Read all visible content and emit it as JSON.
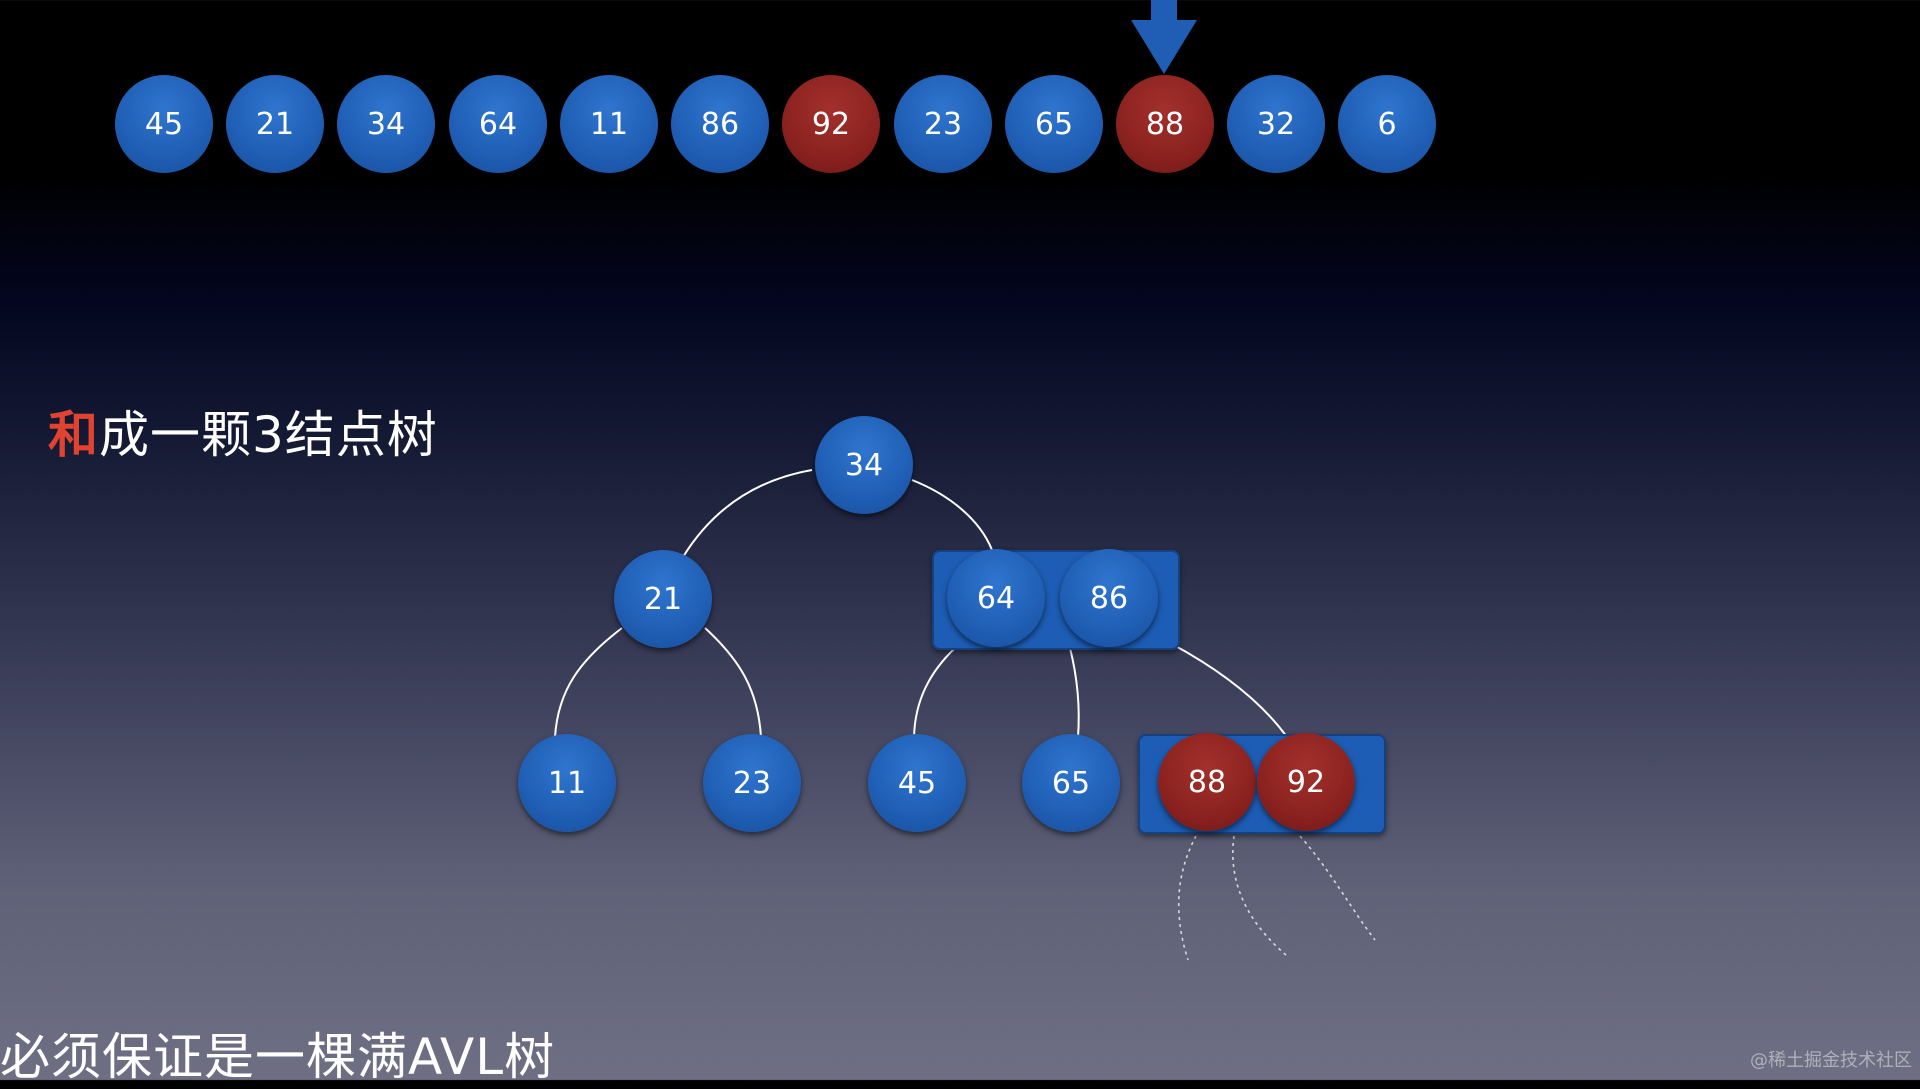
{
  "array_nodes": [
    {
      "label": "45",
      "color": "#1f5eb4"
    },
    {
      "label": "21",
      "color": "#1f5eb4"
    },
    {
      "label": "34",
      "color": "#1f5eb4"
    },
    {
      "label": "64",
      "color": "#1f5eb4"
    },
    {
      "label": "11",
      "color": "#1f5eb4"
    },
    {
      "label": "86",
      "color": "#1f5eb4"
    },
    {
      "label": "92",
      "color": "#8b221f"
    },
    {
      "label": "23",
      "color": "#1f5eb4"
    },
    {
      "label": "65",
      "color": "#1f5eb4"
    },
    {
      "label": "88",
      "color": "#8b221f"
    },
    {
      "label": "32",
      "color": "#1f5eb4"
    },
    {
      "label": "6",
      "color": "#1f5eb4"
    }
  ],
  "pointer": {
    "icon": "down-arrow-icon",
    "target_index": 9,
    "color": "#1f5eb4"
  },
  "caption_top": {
    "highlight": "和",
    "rest": "成一颗3结点树",
    "highlight_color": "#e0432f"
  },
  "caption_bottom": "必须保证是一棵满AVL树",
  "tree": {
    "root": "34",
    "level1_left": "21",
    "level1_right": [
      "64",
      "86"
    ],
    "level2": [
      "11",
      "23",
      "45",
      "65"
    ],
    "level2_right": [
      "88",
      "92"
    ]
  },
  "watermark": "@稀土掘金技术社区",
  "colors": {
    "blue": "#1f5eb4",
    "red": "#8b221f",
    "edge": "#ffffff"
  }
}
